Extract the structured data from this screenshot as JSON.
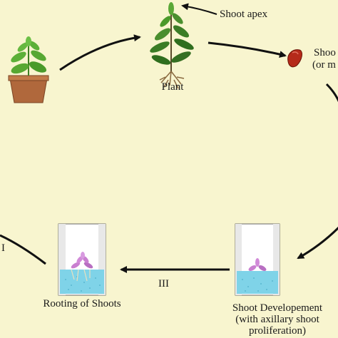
{
  "labels": {
    "shoot_apex": "Shoot apex",
    "plant": "Plant",
    "shoot_tip_line1": "Shoo",
    "shoot_tip_line2": "(or m",
    "roman_3": "III",
    "roman_4_partial": "I",
    "rooting": "Rooting of Shoots",
    "shoot_dev_line1": "Shoot Developement",
    "shoot_dev_line2": "(with axillary shoot",
    "shoot_dev_line3": "proliferation)"
  },
  "colors": {
    "background": "#f8f5cf",
    "arrow": "#111111",
    "pot": "#b0683c",
    "leaf": "#4a9a2a",
    "tube_glass": "#ffffff",
    "medium": "#7fd3e8",
    "shoot_tissue": "#b52a1a",
    "explant": "#c97fd0"
  }
}
